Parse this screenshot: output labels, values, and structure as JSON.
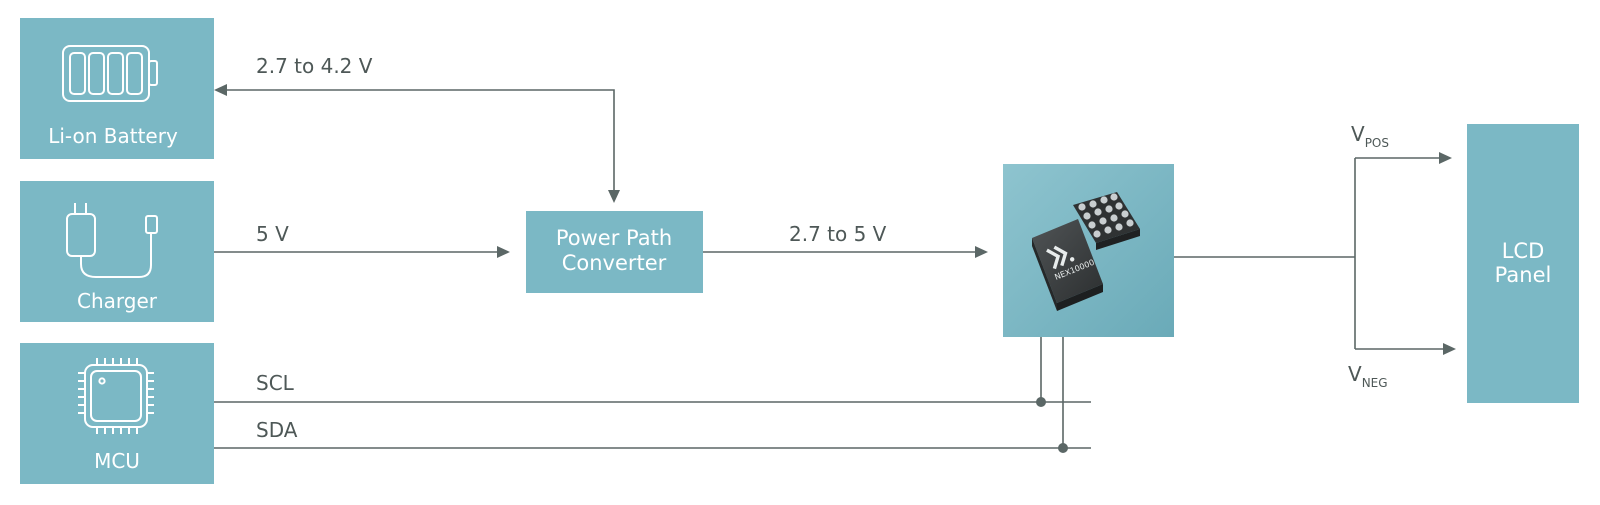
{
  "blocks": {
    "battery": "Li-on Battery",
    "charger": "Charger",
    "mcu": "MCU",
    "converter_line1": "Power Path",
    "converter_line2": "Converter",
    "lcd_line1": "LCD",
    "lcd_line2": "Panel",
    "chip_marking": "NEX10000"
  },
  "signals": {
    "battery_voltage": "2.7 to 4.2 V",
    "charger_voltage": "5 V",
    "converter_output": "2.7 to 5 V",
    "scl": "SCL",
    "sda": "SDA",
    "vpos_main": "V",
    "vpos_sub": "POS",
    "vneg_main": "V",
    "vneg_sub": "NEG"
  },
  "icons": {
    "battery": "battery-icon",
    "charger": "charger-icon",
    "mcu": "microchip-icon",
    "chip": "chip-package-icon",
    "logo": "nexperia-x-logo"
  },
  "colors": {
    "block_fill": "#7bb8c5",
    "line": "#5b6766",
    "text": "#4e5857",
    "chip_body": "#3a3d3e",
    "ball": "#c9ced0"
  }
}
